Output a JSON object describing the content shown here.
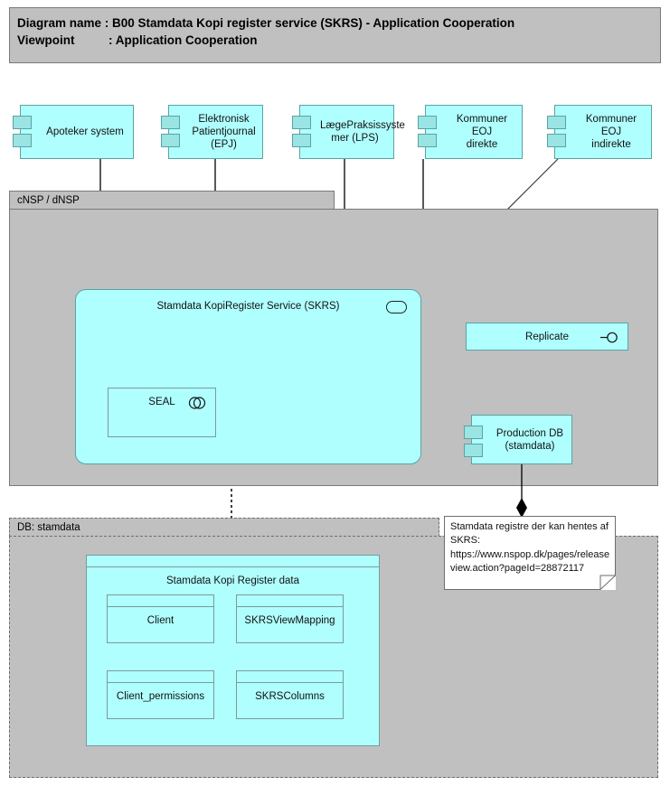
{
  "title": {
    "line1": "Diagram name : B00 Stamdata Kopi register service (SKRS) - Application Cooperation",
    "line2": "Viewpoint          : Application Cooperation"
  },
  "colors": {
    "element_fill": "#b0ffff",
    "element_border": "#5aa3a3",
    "grouping_fill": "#c0c0c0",
    "grouping_border": "#7a7a7a",
    "note_fill": "#ffffff",
    "line": "#000000"
  },
  "top_components": [
    {
      "label": "Apoteker system",
      "icon": "application-component-icon"
    },
    {
      "label": "Elektronisk\nPatientjournal\n(EPJ)",
      "icon": "application-component-icon"
    },
    {
      "label": "LægePraksissyste\nmer (LPS)",
      "icon": "application-component-icon"
    },
    {
      "label": "Kommuner EOJ\ndirekte",
      "icon": "application-component-icon"
    },
    {
      "label": "Kommuner EOJ\nindirekte",
      "icon": "application-component-icon"
    }
  ],
  "groupings": [
    {
      "label": "cNSP / dNSP",
      "border": "solid"
    },
    {
      "label": "DB: stamdata",
      "border": "dashed"
    }
  ],
  "service": {
    "label": "Stamdata KopiRegister Service (SKRS)",
    "icon": "application-service-icon"
  },
  "seal": {
    "label": "SEAL",
    "icon": "application-interaction-icon"
  },
  "replicate": {
    "label": "Replicate",
    "icon": "application-interface-icon"
  },
  "production_db": {
    "label": "Production DB\n(stamdata)",
    "icon": "application-component-icon"
  },
  "note": {
    "text": "Stamdata registre der kan hentes af SKRS: https://www.nspop.dk/pages/releaseview.action?pageId=28872117"
  },
  "data_container": {
    "label": "Stamdata Kopi Register data"
  },
  "data_objects": [
    {
      "label": "Client"
    },
    {
      "label": "SKRSViewMapping"
    },
    {
      "label": "Client_permissions"
    },
    {
      "label": "SKRSColumns"
    }
  ]
}
